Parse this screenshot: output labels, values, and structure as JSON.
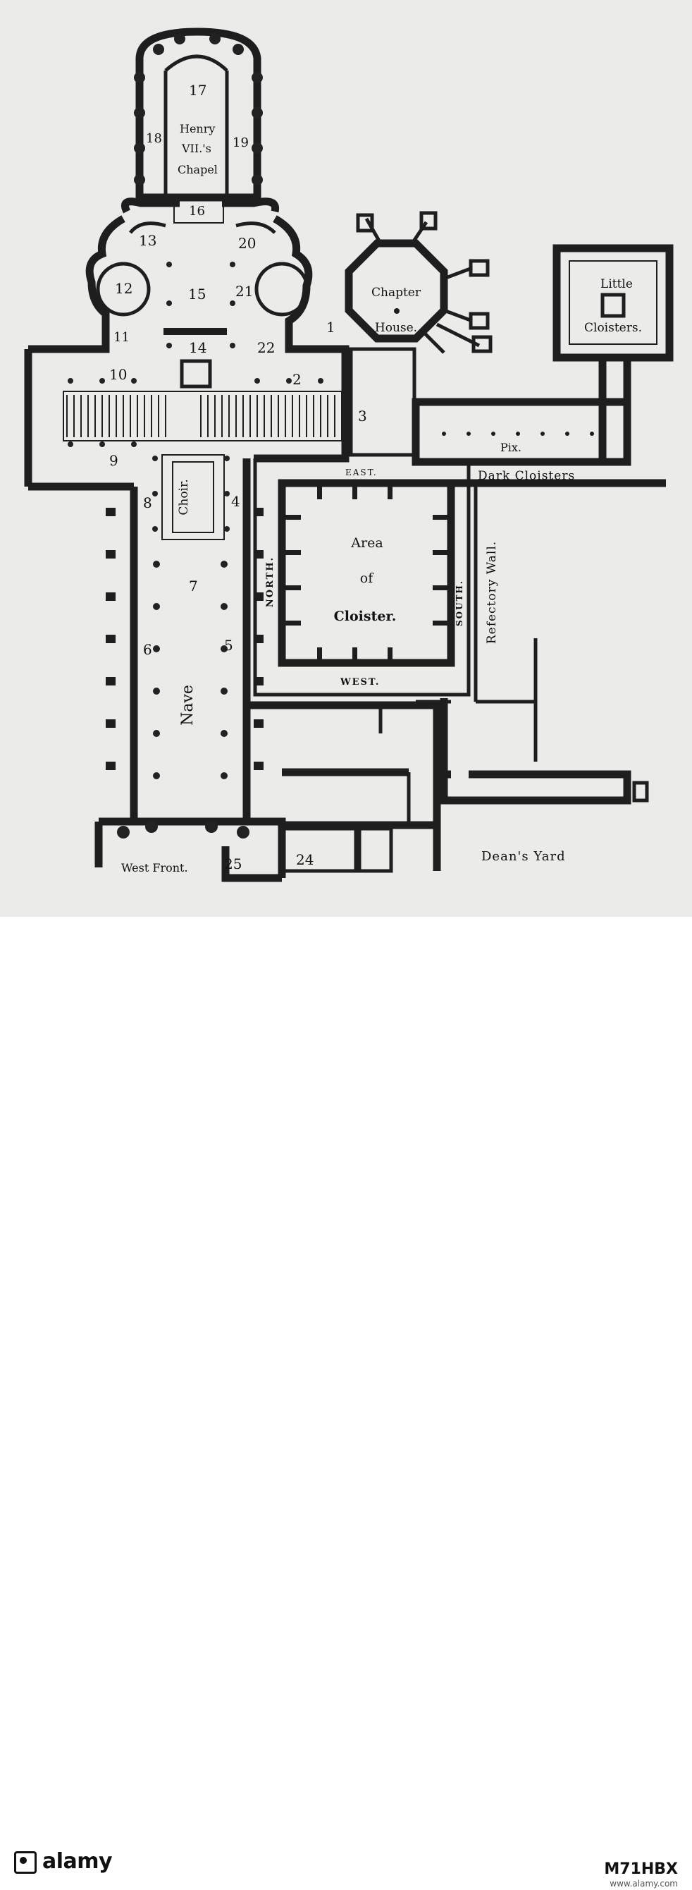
{
  "plan": {
    "labels": {
      "n17": "17",
      "n18": "18",
      "n19": "19",
      "henry": "Henry",
      "vii": "VII.'s",
      "chapel": "Chapel",
      "n16": "16",
      "n13": "13",
      "n20": "20",
      "n12": "12",
      "n15": "15",
      "n21": "21",
      "n11": "11",
      "n14": "14",
      "n22": "22",
      "n1": "1",
      "n10": "10",
      "n2": "2",
      "n3": "3",
      "n9": "9",
      "n8": "8",
      "n4": "4",
      "n7": "7",
      "n6": "6",
      "n5": "5",
      "n25": "25",
      "n24": "24",
      "choir": "Choir.",
      "nave": "Nave",
      "chapter_house_1": "Chapter",
      "chapter_house_2": "House.",
      "little_cloisters_1": "Little",
      "little_cloisters_2": "Cloisters.",
      "pix": "Pix.",
      "dark_cloisters": "Dark Cloisters",
      "east": "EAST.",
      "west": "WEST.",
      "north": "NORTH.",
      "south": "SOUTH.",
      "area_1": "Area",
      "area_2": "of",
      "area_3": "Cloister.",
      "refectory_wall": "Refectory Wall.",
      "west_front": "West Front.",
      "deans_yard": "Dean's Yard"
    }
  },
  "footer": {
    "logo": "alamy",
    "image_id": "M71HBX",
    "url": "www.alamy.com"
  }
}
